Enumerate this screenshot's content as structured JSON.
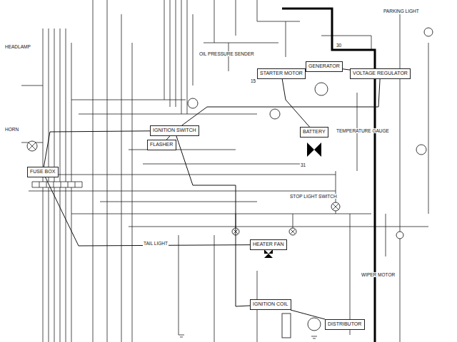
{
  "diagram": {
    "nodes": [
      {
        "text": [
          "STARTER MOTOR"
        ]
      },
      {
        "text": [
          "GENERATOR"
        ]
      },
      {
        "text": [
          "VOLTAGE REGULATOR"
        ]
      },
      {
        "text": [
          "BATTERY"
        ]
      },
      {
        "text": [
          "FUSE BOX"
        ]
      },
      {
        "text": [
          "IGNITION SWITCH"
        ]
      },
      {
        "text": [
          "FLASHER"
        ]
      },
      {
        "text": [
          "HEATER FAN"
        ]
      },
      {
        "text": [
          "IGNITION COIL"
        ]
      },
      {
        "text": [
          "DISTRIBUTOR"
        ]
      }
    ],
    "edges": [
      {
        "from": 3,
        "to": 0,
        "arrow": "none"
      },
      {
        "from": 1,
        "to": 2,
        "arrow": "none"
      },
      {
        "from": 2,
        "to": 5,
        "arrow": "none"
      },
      {
        "from": 4,
        "to": 5,
        "arrow": "none"
      },
      {
        "from": 5,
        "to": 6,
        "arrow": "none"
      },
      {
        "from": 5,
        "to": 8,
        "arrow": "none"
      },
      {
        "from": 8,
        "to": 9,
        "arrow": "none"
      },
      {
        "from": 4,
        "to": 7,
        "arrow": "none"
      }
    ],
    "labels": [
      "OIL PRESSURE SENDER",
      "TEMPERATURE GAUGE",
      "HEADLAMP",
      "HORN",
      "PARKING LIGHT",
      "STOP LIGHT SWITCH",
      "WIPER MOTOR",
      "TAIL LIGHT",
      "15",
      "30",
      "31"
    ]
  }
}
